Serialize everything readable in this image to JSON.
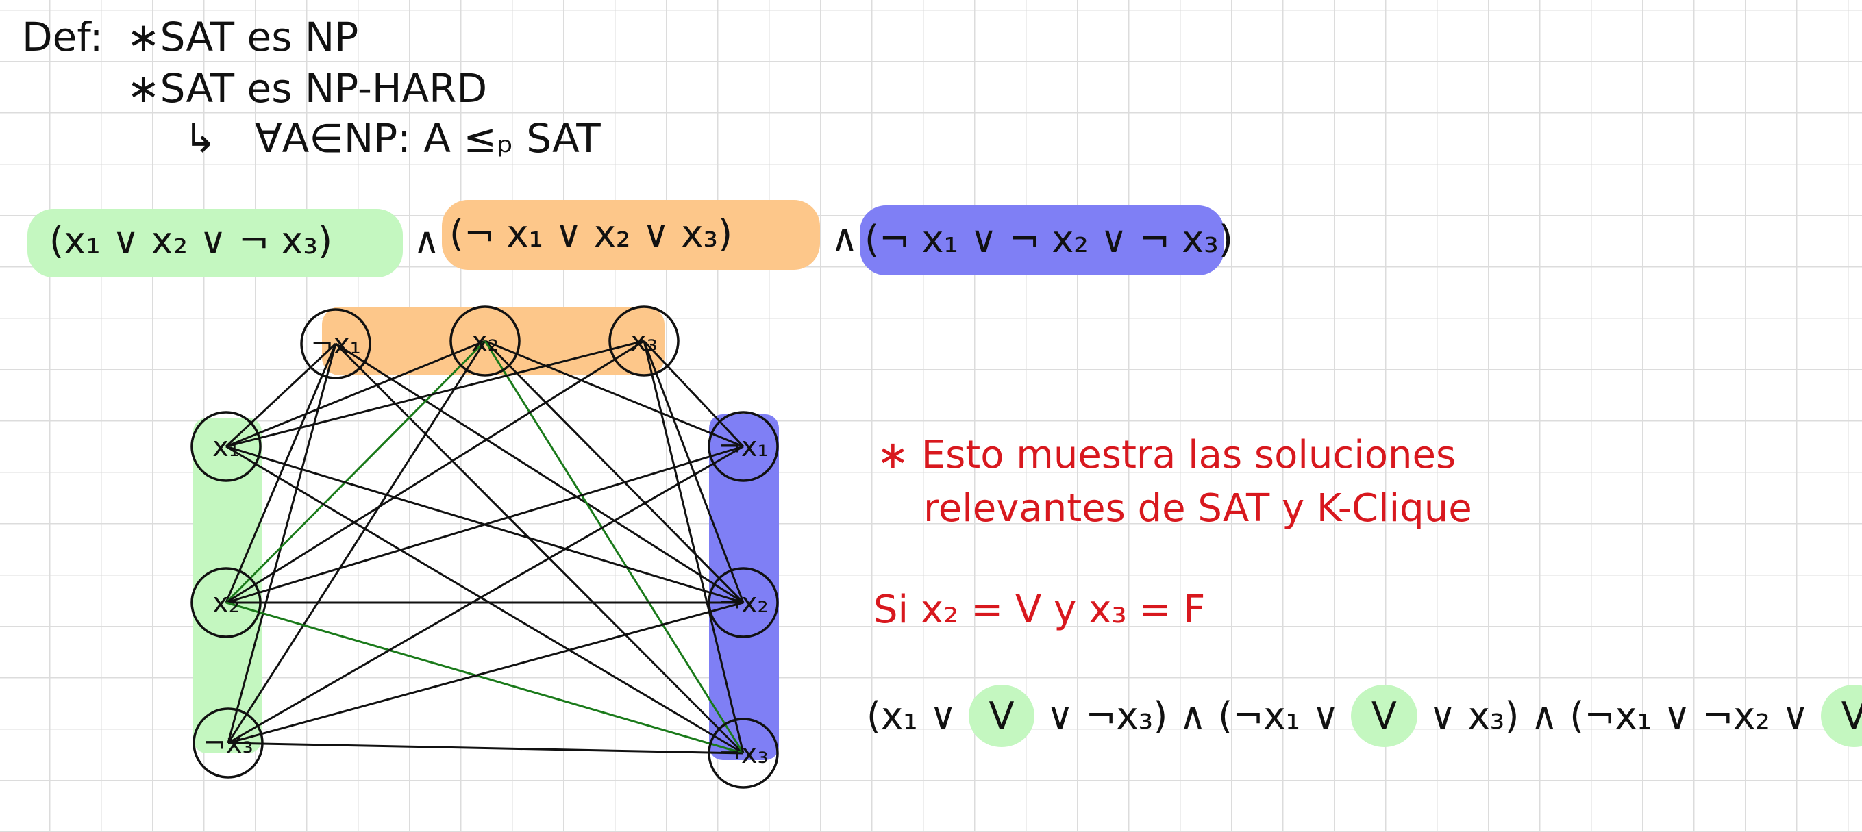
{
  "definition": {
    "prefix": "Def:",
    "line1": "∗SAT  es  NP",
    "line2": "∗SAT  es  NP-HARD",
    "line3_arrow": "↳",
    "line3": "∀A∈NP: A ≤ₚ SAT"
  },
  "formula": {
    "clause1": "(x₁  ∨  x₂  ∨  ¬ x₃)",
    "and1": "∧",
    "clause2": "(¬ x₁  ∨  x₂  ∨  x₃)",
    "and2": "∧",
    "clause3": "(¬ x₁  ∨  ¬ x₂  ∨  ¬ x₃)"
  },
  "graph": {
    "nodes": [
      {
        "id": "orange-neg-x1",
        "label": "¬x₁"
      },
      {
        "id": "orange-x2",
        "label": "x₂"
      },
      {
        "id": "orange-x3",
        "label": "x₃"
      },
      {
        "id": "green-x1",
        "label": "x₁"
      },
      {
        "id": "green-x2",
        "label": "x₂"
      },
      {
        "id": "green-neg-x3",
        "label": "¬x₃"
      },
      {
        "id": "blue-neg-x1",
        "label": "¬x₁"
      },
      {
        "id": "blue-neg-x2",
        "label": "¬x₂"
      },
      {
        "id": "blue-neg-x3",
        "label": "¬x₃"
      }
    ],
    "edges": [
      [
        "orange-neg-x1",
        "green-x1",
        "black"
      ],
      [
        "orange-neg-x1",
        "green-x2",
        "black"
      ],
      [
        "orange-neg-x1",
        "green-neg-x3",
        "black"
      ],
      [
        "orange-neg-x1",
        "blue-neg-x2",
        "black"
      ],
      [
        "orange-neg-x1",
        "blue-neg-x3",
        "black"
      ],
      [
        "orange-x2",
        "green-x1",
        "black"
      ],
      [
        "orange-x2",
        "green-x2",
        "green"
      ],
      [
        "orange-x2",
        "green-neg-x3",
        "black"
      ],
      [
        "orange-x2",
        "blue-neg-x1",
        "black"
      ],
      [
        "orange-x2",
        "blue-neg-x2",
        "black"
      ],
      [
        "orange-x2",
        "blue-neg-x3",
        "green"
      ],
      [
        "orange-x3",
        "green-x1",
        "black"
      ],
      [
        "orange-x3",
        "green-x2",
        "black"
      ],
      [
        "orange-x3",
        "blue-neg-x1",
        "black"
      ],
      [
        "orange-x3",
        "blue-neg-x2",
        "black"
      ],
      [
        "orange-x3",
        "blue-neg-x3",
        "black"
      ],
      [
        "green-x1",
        "blue-neg-x2",
        "black"
      ],
      [
        "green-x1",
        "blue-neg-x3",
        "black"
      ],
      [
        "green-x2",
        "blue-neg-x1",
        "black"
      ],
      [
        "green-x2",
        "blue-neg-x2",
        "black"
      ],
      [
        "green-x2",
        "blue-neg-x3",
        "green"
      ],
      [
        "green-neg-x3",
        "blue-neg-x1",
        "black"
      ],
      [
        "green-neg-x3",
        "blue-neg-x2",
        "black"
      ],
      [
        "green-neg-x3",
        "blue-neg-x3",
        "black"
      ]
    ]
  },
  "note": {
    "line1": "∗ Esto  muestra  las  soluciones",
    "line2": "relevantes  de  SAT  y  K-Clique"
  },
  "assignment": {
    "text": "Si   x₂ = V   y   x₃ = F"
  },
  "evaluated": {
    "c1_open": "(x₁ ∨ ",
    "c1_val": "V",
    "c1_close": " ∨ ¬x₃)",
    "and1": " ∧ ",
    "c2_open": "(¬x₁ ∨ ",
    "c2_val": "V",
    "c2_close": " ∨ x₃)",
    "and2": " ∧ ",
    "c3_open": "(¬x₁ ∨ ¬x₂ ∨ ",
    "c3_val": "V",
    "c3_close": ")"
  },
  "colors": {
    "green": "#c4f7c0",
    "orange": "#fdc78a",
    "blue": "#7f7ff5",
    "red": "#d8181e",
    "edge_green": "#1a7a1a",
    "edge_black": "#111111"
  }
}
